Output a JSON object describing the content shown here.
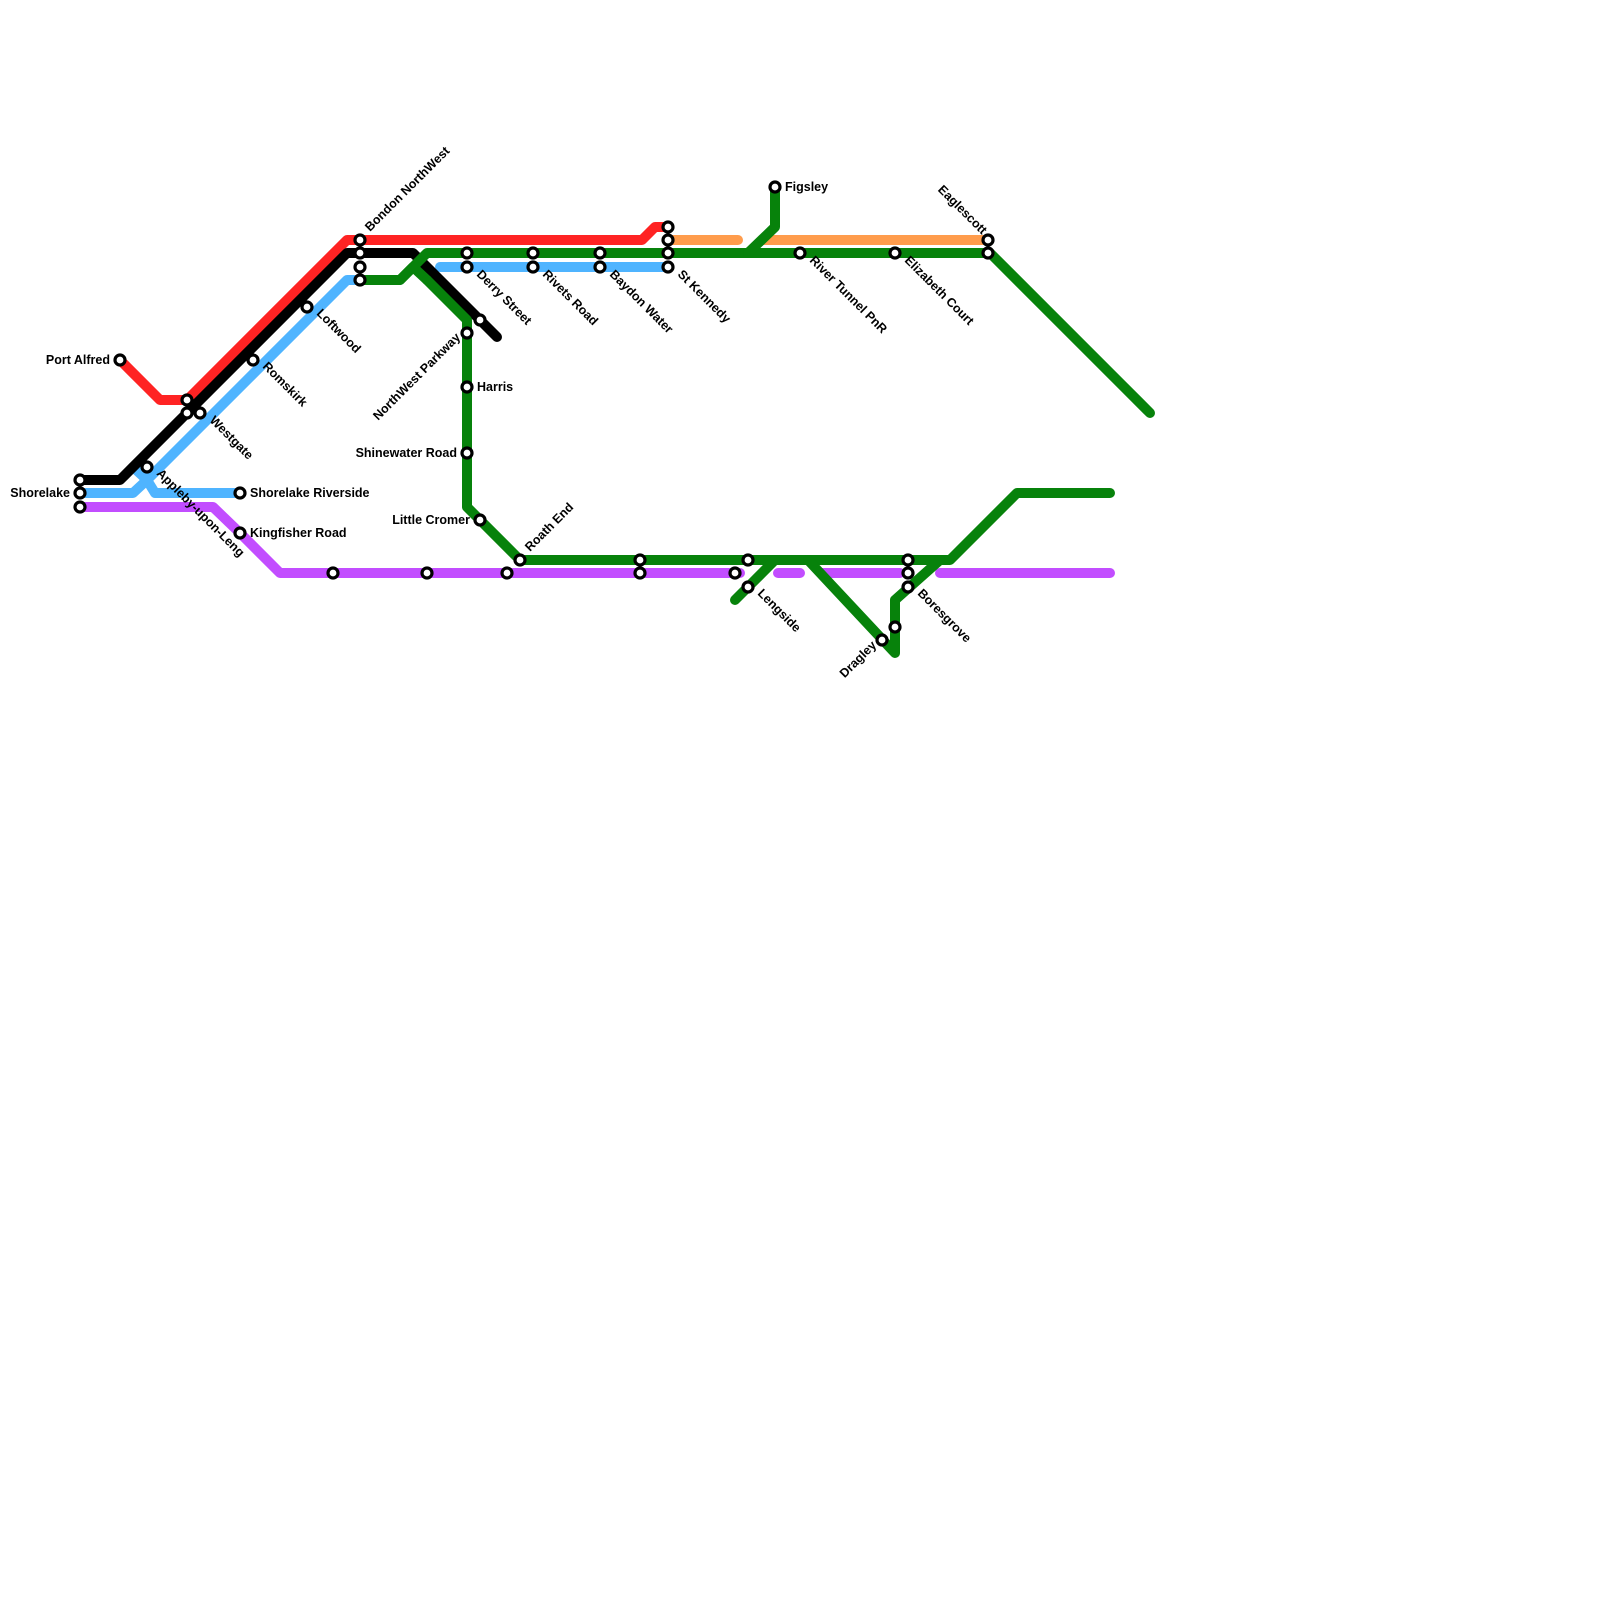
{
  "map": {
    "lines": [
      {
        "id": "red",
        "color": "#ff2323"
      },
      {
        "id": "orange",
        "color": "#ff9c4c"
      },
      {
        "id": "blue",
        "color": "#4fb4ff"
      },
      {
        "id": "black",
        "color": "#000000"
      },
      {
        "id": "purple",
        "color": "#c24dff"
      },
      {
        "id": "green",
        "color": "#07820b"
      }
    ],
    "stations": {
      "bondon_northwest": "Bondon NorthWest",
      "figsley": "Figsley",
      "eaglescott": "Eaglescott",
      "port_alfred": "Port Alfred",
      "loftwood": "Loftwood",
      "romskirk": "Romskirk",
      "westgate": "Westgate",
      "derry_street": "Derry Street",
      "rivets_road": "Rivets Road",
      "baydon_water": "Baydon Water",
      "st_kennedy": "St Kennedy",
      "river_tunnel_pnr": "River Tunnel PnR",
      "elizabeth_court": "Elizabeth Court",
      "northwest_parkway": "NorthWest Parkway",
      "harris": "Harris",
      "shinewater_road": "Shinewater Road",
      "shorelake": "Shorelake",
      "appleby_upon_leng": "Appleby-upon-Leng",
      "shorelake_riverside": "Shorelake Riverside",
      "kingfisher_road": "Kingfisher Road",
      "little_cromer": "Little Cromer",
      "roath_end": "Roath End",
      "lengside": "Lengside",
      "boresgrove": "Boresgrove",
      "dragley": "Dragley"
    }
  }
}
